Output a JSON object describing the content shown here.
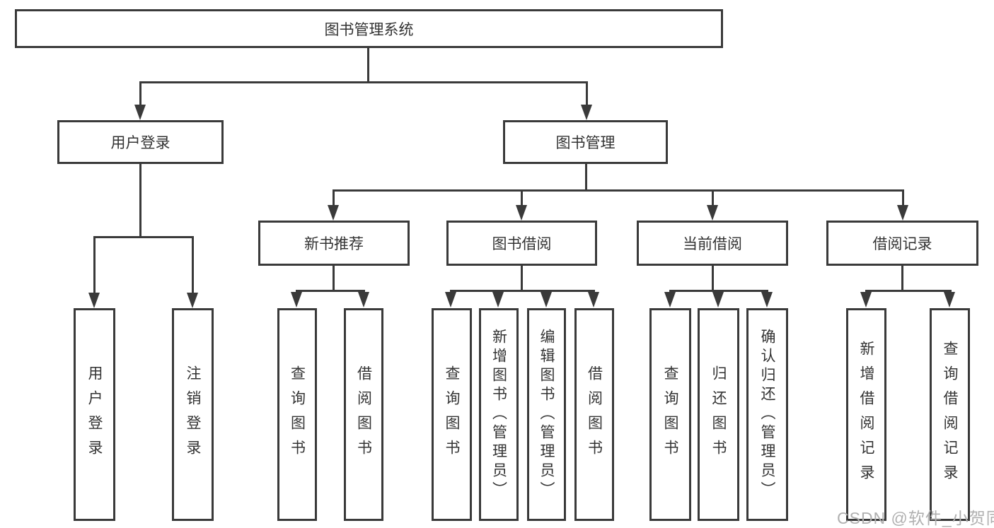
{
  "diagram": {
    "root": {
      "label": "图书管理系统"
    },
    "branches": [
      {
        "label": "用户登录",
        "children": [
          {
            "label": "用户登录"
          },
          {
            "label": "注销登录"
          }
        ]
      },
      {
        "label": "图书管理",
        "children": [
          {
            "label": "新书推荐",
            "children": [
              {
                "label": "查询图书"
              },
              {
                "label": "借阅图书"
              }
            ]
          },
          {
            "label": "图书借阅",
            "children": [
              {
                "label": "查询图书"
              },
              {
                "label": "新增图书（管理员）"
              },
              {
                "label": "编辑图书（管理员）"
              },
              {
                "label": "借阅图书"
              }
            ]
          },
          {
            "label": "当前借阅",
            "children": [
              {
                "label": "查询图书"
              },
              {
                "label": "归还图书"
              },
              {
                "label": "确认归还（管理员）"
              }
            ]
          },
          {
            "label": "借阅记录",
            "children": [
              {
                "label": "新增借阅记录"
              },
              {
                "label": "查询借阅记录"
              }
            ]
          }
        ]
      }
    ]
  },
  "watermark": {
    "text": "CSDN @软件_小贺同学"
  },
  "colors": {
    "line": "#3a3a3a",
    "text": "#333333",
    "background": "#ffffff",
    "watermark": "#b0b0b0"
  }
}
